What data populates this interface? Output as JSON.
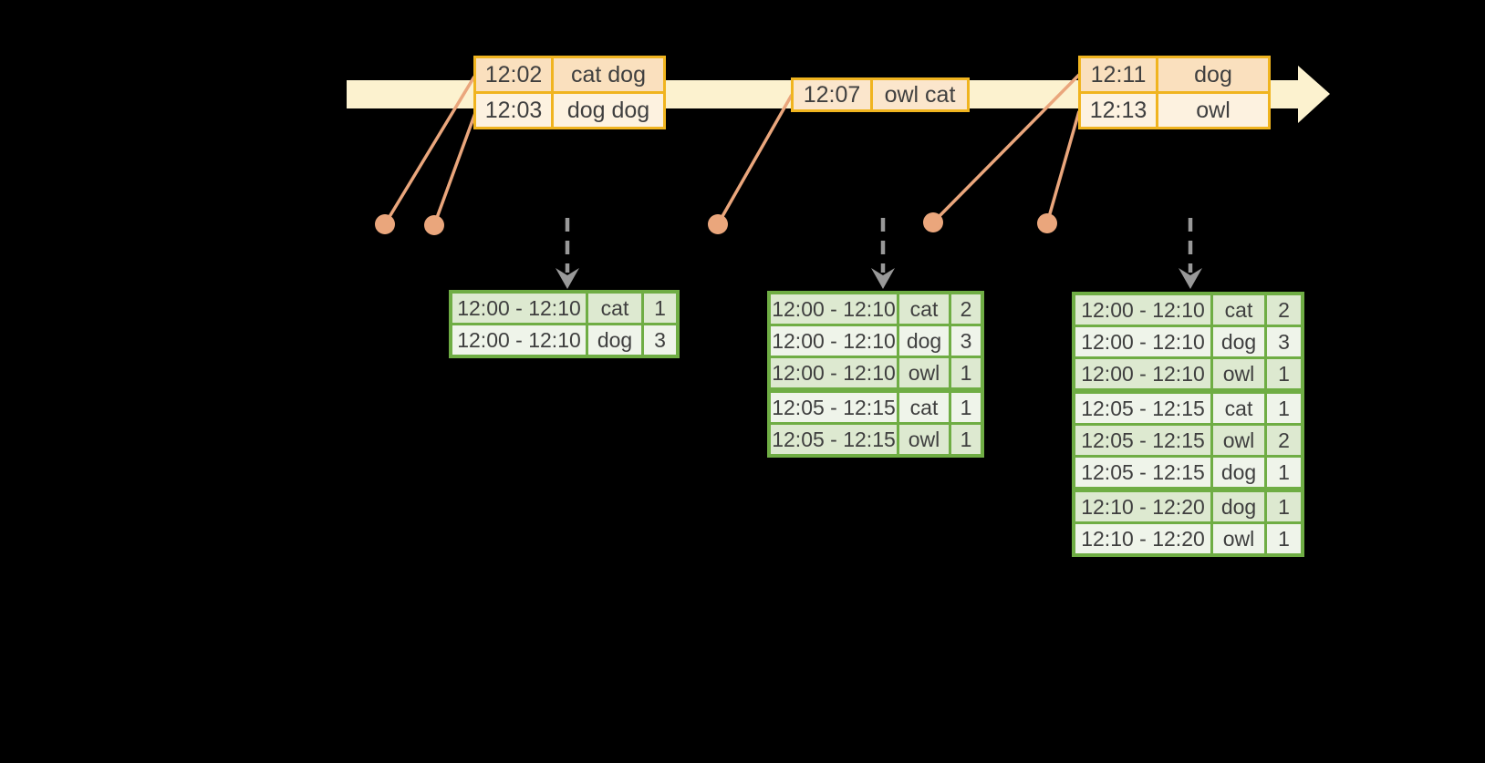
{
  "colors": {
    "background": "#000000",
    "timeline_fill": "#FCF2CF",
    "event_border": "#F0B41F",
    "event_row_dark": "#FAE0BE",
    "event_row_light": "#FDF2E0",
    "event_row_single": "#FBE6CC",
    "connector": "#EAA67C",
    "trigger_arrow_gray": "#999999",
    "result_border": "#6FAD44",
    "result_row_dark": "#DDE9D0",
    "result_row_light": "#EFF4EA",
    "text": "#3F3F3F"
  },
  "icons": {
    "timeline_arrow": "right-arrow",
    "trigger_arrow": "dashed-down-arrow",
    "event_marker": "dot"
  },
  "event_tables": [
    {
      "rows": [
        {
          "time": "12:02",
          "words": "cat dog"
        },
        {
          "time": "12:03",
          "words": "dog dog"
        }
      ]
    },
    {
      "rows": [
        {
          "time": "12:07",
          "words": "owl cat"
        }
      ]
    },
    {
      "rows": [
        {
          "time": "12:11",
          "words": "dog"
        },
        {
          "time": "12:13",
          "words": "owl"
        }
      ]
    }
  ],
  "result_tables": [
    {
      "rows": [
        {
          "window": "12:00 - 12:10",
          "word": "cat",
          "count": "1"
        },
        {
          "window": "12:00 - 12:10",
          "word": "dog",
          "count": "3"
        }
      ]
    },
    {
      "rows": [
        {
          "window": "12:00 - 12:10",
          "word": "cat",
          "count": "2"
        },
        {
          "window": "12:00 - 12:10",
          "word": "dog",
          "count": "3"
        },
        {
          "window": "12:00 - 12:10",
          "word": "owl",
          "count": "1"
        },
        {
          "window": "12:05 - 12:15",
          "word": "cat",
          "count": "1"
        },
        {
          "window": "12:05 - 12:15",
          "word": "owl",
          "count": "1"
        }
      ]
    },
    {
      "rows": [
        {
          "window": "12:00 - 12:10",
          "word": "cat",
          "count": "2"
        },
        {
          "window": "12:00 - 12:10",
          "word": "dog",
          "count": "3"
        },
        {
          "window": "12:00 - 12:10",
          "word": "owl",
          "count": "1"
        },
        {
          "window": "12:05 - 12:15",
          "word": "cat",
          "count": "1"
        },
        {
          "window": "12:05 - 12:15",
          "word": "owl",
          "count": "2"
        },
        {
          "window": "12:05 - 12:15",
          "word": "dog",
          "count": "1"
        },
        {
          "window": "12:10 - 12:20",
          "word": "dog",
          "count": "1"
        },
        {
          "window": "12:10 - 12:20",
          "word": "owl",
          "count": "1"
        }
      ]
    }
  ]
}
